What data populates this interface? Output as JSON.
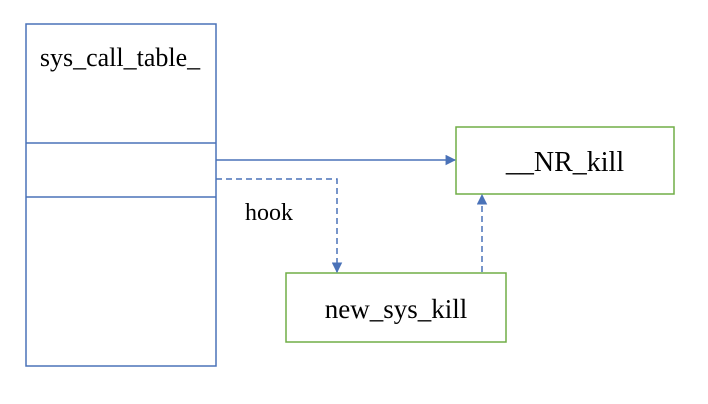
{
  "table": {
    "label": "sys_call_table_",
    "border_color": "#4a72b8"
  },
  "target_box": {
    "label": "__NR_kill",
    "border_color": "#70ad47"
  },
  "hook_box": {
    "label": "new_sys_kill",
    "border_color": "#70ad47"
  },
  "edges": {
    "hook_label": "hook",
    "color": "#4a72b8"
  }
}
